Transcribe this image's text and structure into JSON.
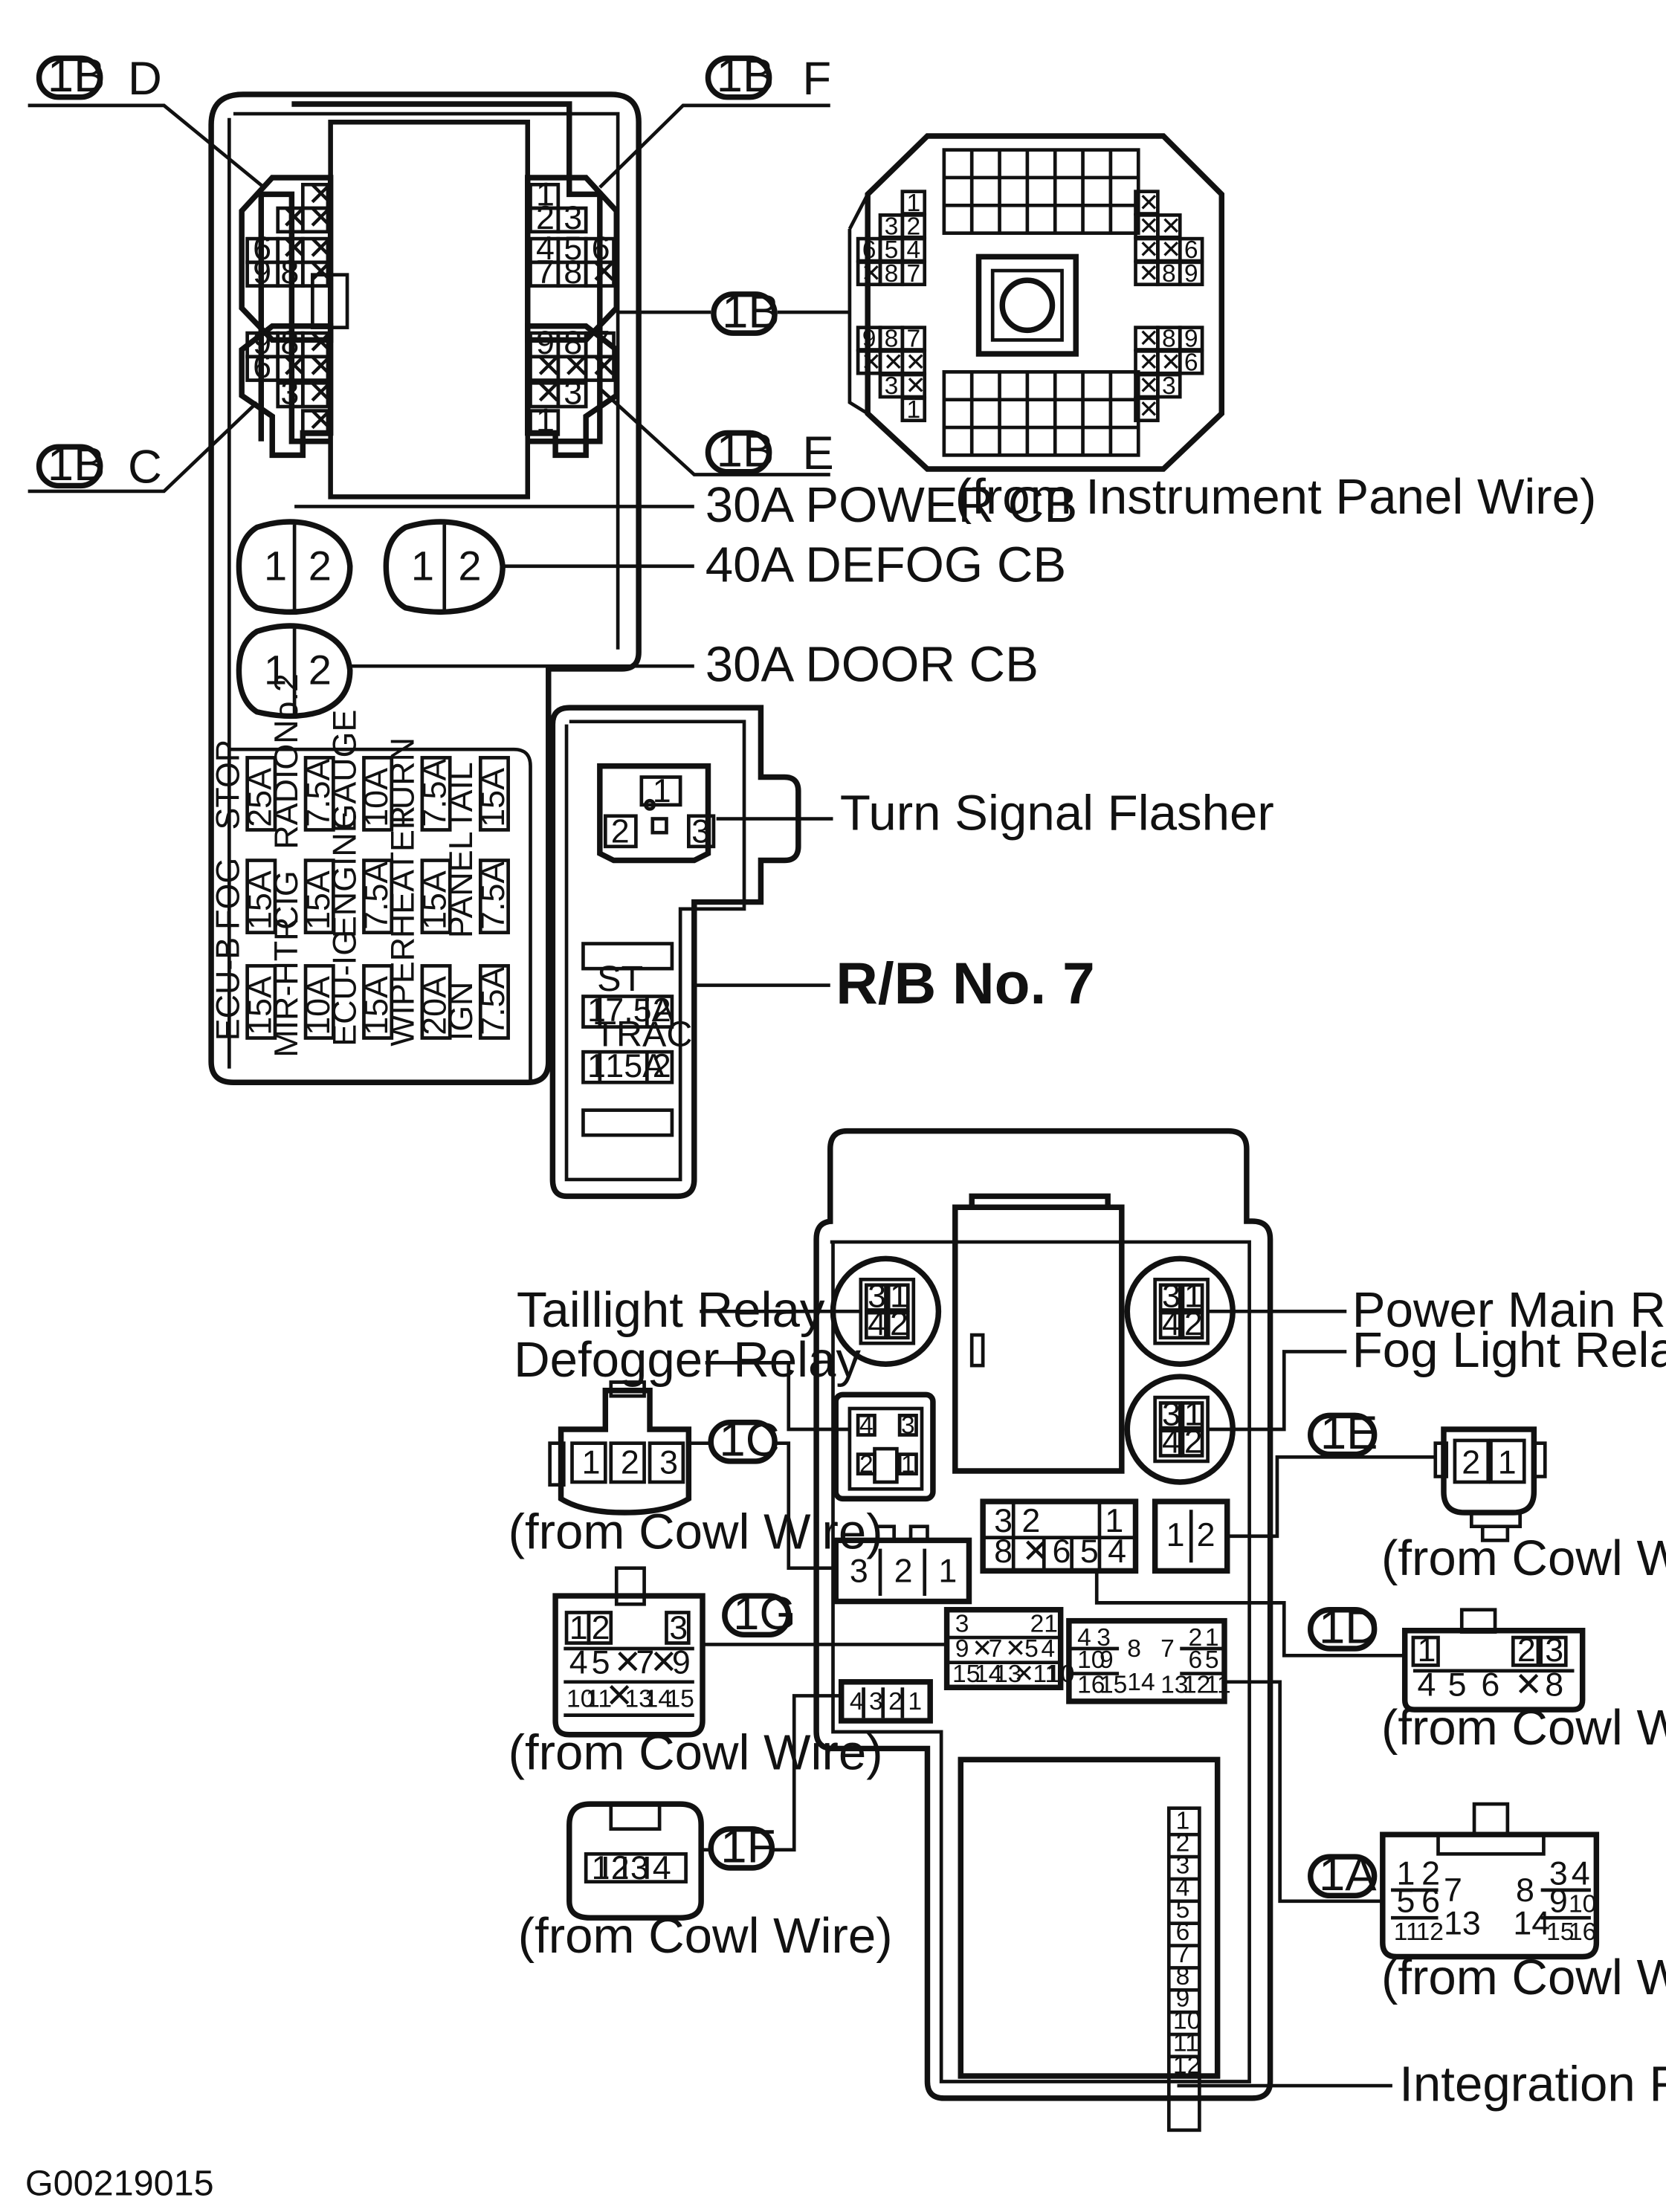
{
  "connectors": {
    "d": {
      "code": "1B",
      "letter": "D"
    },
    "f": {
      "code": "1B",
      "letter": "F"
    },
    "c": {
      "code": "1B",
      "letter": "C"
    },
    "e": {
      "code": "1B",
      "letter": "E"
    },
    "b_ip": {
      "code": "1B",
      "note": "(from Instrument Panel Wire)"
    },
    "c1": {
      "code": "1C",
      "note": "(from Cowl Wire)"
    },
    "g1": {
      "code": "1G",
      "note": "(from Cowl Wire)"
    },
    "f1": {
      "code": "1F",
      "note": "(from Cowl Wire)"
    },
    "e1": {
      "code": "1E",
      "note": "(from Cowl Wire)"
    },
    "d1": {
      "code": "1D",
      "note": "(from Cowl Wire)"
    },
    "a1": {
      "code": "1A",
      "note": "(from Cowl Wire)"
    }
  },
  "breakers": {
    "power": "30A  POWER CB",
    "defog": "40A  DEFOG CB",
    "door": "30A  DOOR CB"
  },
  "fuses": [
    [
      {
        "name": "STOP",
        "rating": "25A"
      },
      {
        "name": "RADIONo.2",
        "rating": "7.5A"
      },
      {
        "name": "GAUGE",
        "rating": "10A"
      },
      {
        "name": "TURN",
        "rating": "7.5A"
      },
      {
        "name": "TAIL",
        "rating": "15A"
      }
    ],
    [
      {
        "name": "FOG",
        "rating": "15A"
      },
      {
        "name": "CIG",
        "rating": "15A"
      },
      {
        "name": "ENGINE",
        "rating": "7.5A"
      },
      {
        "name": "HEATER",
        "rating": "15A"
      },
      {
        "name": "PANEL",
        "rating": "7.5A"
      }
    ],
    [
      {
        "name": "ECU-B",
        "rating": "15A"
      },
      {
        "name": "MIR-HTR",
        "rating": "10A"
      },
      {
        "name": "ECU-IG",
        "rating": "15A"
      },
      {
        "name": "WIPER",
        "rating": "20A"
      },
      {
        "name": "IGN",
        "rating": "7.5A"
      }
    ]
  ],
  "rb7": {
    "label": "R/B No. 7",
    "flasher": "Turn Signal Flasher",
    "st": {
      "name": "ST",
      "rating": "7.5A"
    },
    "trac": {
      "name": "TRAC",
      "rating": "15A"
    }
  },
  "relays": {
    "taillight": "Taillight Relay",
    "defogger": "Defogger Relay",
    "power_main": "Power Main Relay",
    "fog_light": "Fog Light Relay",
    "integration": "Integration Relay"
  },
  "figure_id": "G00219015"
}
